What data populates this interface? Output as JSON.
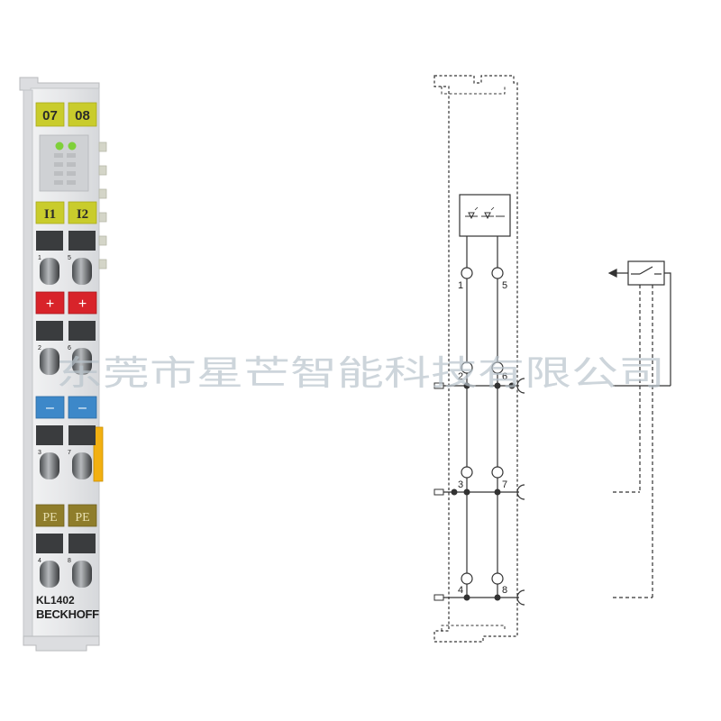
{
  "module": {
    "channel_labels": [
      "07",
      "08"
    ],
    "input_labels": [
      "I1",
      "I2"
    ],
    "plus_symbol": "+",
    "minus_symbol": "–",
    "pe_labels": [
      "PE",
      "PE"
    ],
    "terminal_numbers": [
      "1",
      "5",
      "2",
      "6",
      "3",
      "7",
      "4",
      "8"
    ],
    "model": "KL1402",
    "brand": "BECKHOFF"
  },
  "schematic": {
    "pin_labels": [
      "1",
      "5",
      "2",
      "6",
      "3",
      "7",
      "4",
      "8"
    ],
    "optocoupler_icon": "optocoupler-leds-icon",
    "switch_icon": "switch-sensor-icon"
  },
  "watermark": "东莞市星芒智能科技有限公司",
  "colors": {
    "module_body": "#e4e5e7",
    "badge_yellow": "#c9cc2c",
    "badge_red": "#d8232a",
    "badge_blue": "#3d88c9",
    "badge_pe": "#8f7d2b",
    "led_green": "#7fd03a",
    "side_tab_orange": "#f2b011",
    "schematic_line": "#333333"
  }
}
